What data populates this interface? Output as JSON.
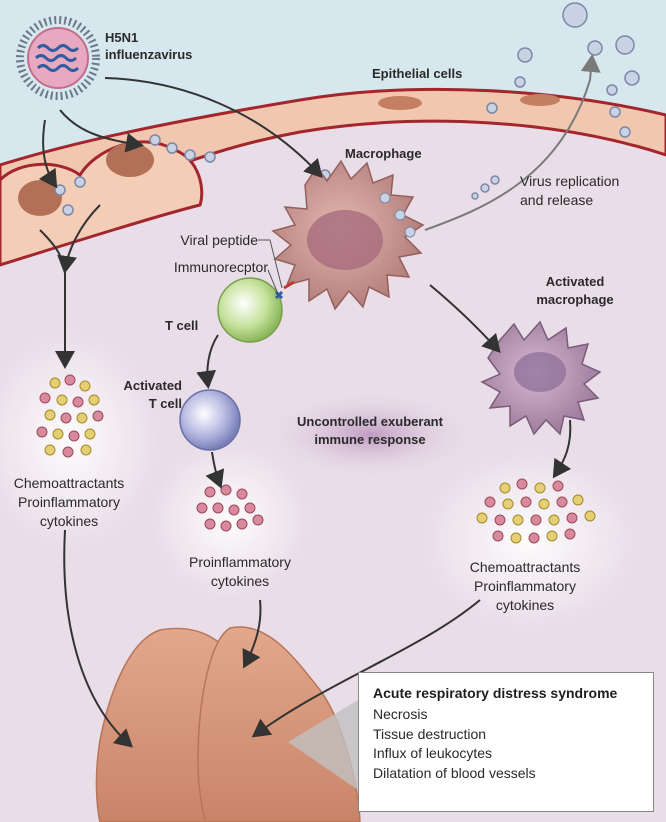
{
  "labels": {
    "virus_name": "H5N1",
    "virus_type": "influenzavirus",
    "epithelial_cells": "Epithelial cells",
    "macrophage": "Macrophage",
    "virus_replication": "Virus replication",
    "and_release": "and release",
    "viral_peptide": "Viral peptide",
    "immunoreceptor": "Immunorecptor",
    "t_cell": "T cell",
    "activated": "Activated",
    "activated_t_cell": "T cell",
    "activated_macrophage_1": "Activated",
    "activated_macrophage_2": "macrophage",
    "uncontrolled_1": "Uncontrolled exuberant",
    "uncontrolled_2": "immune response",
    "left_cyto": [
      "Chemoattractants",
      "Proinflammatory",
      "cytokines"
    ],
    "mid_cyto": [
      "Proinflammatory",
      "cytokines"
    ],
    "right_cyto": [
      "Chemoattractants",
      "Proinflammatory",
      "cytokines"
    ]
  },
  "ards": {
    "title": "Acute respiratory distress syndrome",
    "items": [
      "Necrosis",
      "Tissue destruction",
      "Influx of leukocytes",
      "Dilatation of blood vessels"
    ]
  },
  "colors": {
    "background": "#e9dde8",
    "epithelium": "#f0c8b0",
    "macrophage": "#c08a86",
    "t_cell": "#b8d890",
    "activated_t_cell": "#a8aed8",
    "lung": "#d99a80"
  }
}
